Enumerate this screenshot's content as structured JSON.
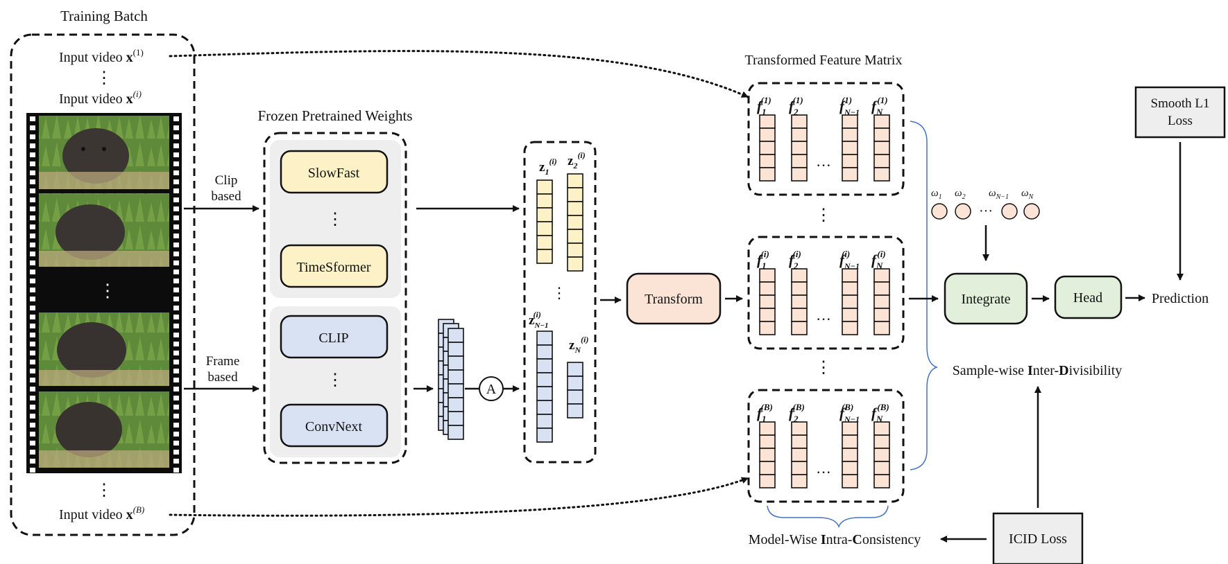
{
  "training_batch": {
    "title": "Training Batch",
    "input1_prefix": "Input video ",
    "input1_var": "x",
    "input1_sup": "(1)",
    "input_i_prefix": "Input video ",
    "input_i_var": "x",
    "input_i_sup": "(i)",
    "input_b_prefix": "Input video ",
    "input_b_var": "x",
    "input_b_sup": "(B)"
  },
  "paths": {
    "clip_label_1": "Clip",
    "clip_label_2": "based",
    "frame_label_1": "Frame",
    "frame_label_2": "based"
  },
  "frozen": {
    "title": "Frozen Pretrained Weights",
    "clip_models": [
      "SlowFast",
      "TimeSformer"
    ],
    "frame_models": [
      "CLIP",
      "ConvNext"
    ],
    "clip_color": "#fdf1c7",
    "frame_color": "#d9e2f3"
  },
  "features": {
    "z": "z",
    "sub1": "1",
    "sub2": "2",
    "subN1": "N−1",
    "subN": "N",
    "sup": "(i)",
    "aggregate_symbol": "A"
  },
  "transform": {
    "label": "Transform",
    "color": "#fbe3d6"
  },
  "matrix": {
    "title": "Transformed Feature Matrix",
    "f": "f",
    "sub1": "1",
    "sub2": "2",
    "subN1": "N−1",
    "subN": "N",
    "sup_top": "(1)",
    "sup_mid": "(i)",
    "sup_bot": "(B)",
    "cell_color": "#fbe3d6"
  },
  "weights": {
    "w": "ω",
    "sub1": "1",
    "sub2": "2",
    "subN1": "N−1",
    "subN": "N"
  },
  "integrate": {
    "label": "Integrate",
    "color": "#e2efda"
  },
  "head": {
    "label": "Head",
    "color": "#e2efda"
  },
  "prediction": "Prediction",
  "smooth_loss": {
    "line1": "Smooth L1",
    "line2": "Loss"
  },
  "icid_loss": "ICID Loss",
  "sample_wise": {
    "p1": "Sample-wise ",
    "p2": "I",
    "p3": "nter-",
    "p4": "D",
    "p5": "ivisibility"
  },
  "model_wise": {
    "p1": "Model-Wise ",
    "p2": "I",
    "p3": "ntra-",
    "p4": "C",
    "p5": "onsistency"
  },
  "ellipsis_h": "···",
  "ellipsis_v": "⋮"
}
